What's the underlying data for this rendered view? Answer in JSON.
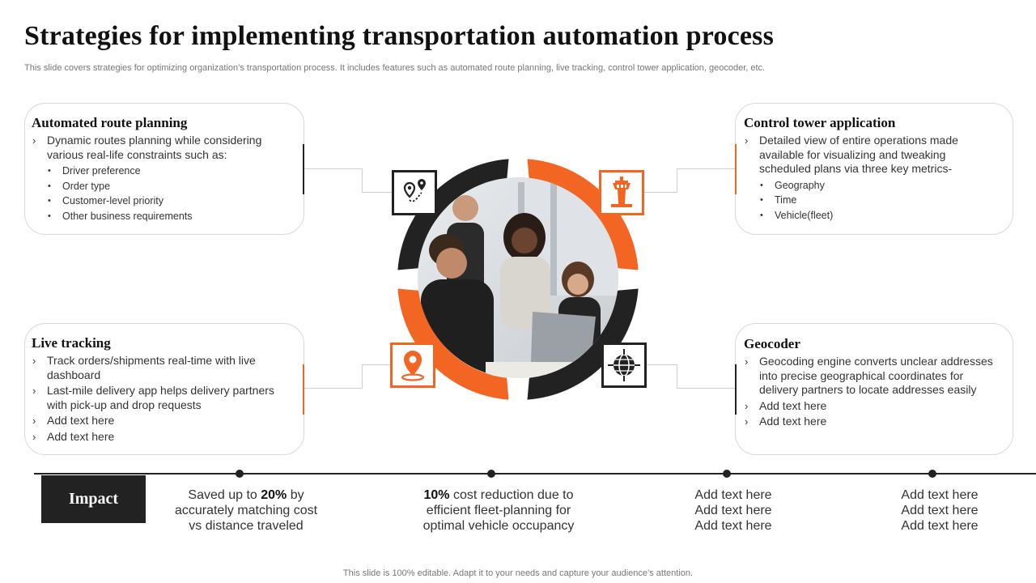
{
  "header": {
    "title": "Strategies for implementing transportation automation process",
    "subtitle": "This slide covers strategies for optimizing organization’s transportation process. It includes features such as automated route planning, live tracking, control tower application, geocoder, etc."
  },
  "cards": {
    "route": {
      "title": "Automated route planning",
      "point": "Dynamic routes planning while considering various real-life constraints such as:",
      "subs": [
        "Driver  preference",
        "Order type",
        "Customer-level  priority",
        "Other business requirements"
      ]
    },
    "control": {
      "title": "Control tower application",
      "point": "Detailed view of entire operations made available for visualizing and tweaking scheduled plans via three key metrics-",
      "subs": [
        "Geography",
        "Time",
        "Vehicle(fleet)"
      ]
    },
    "live": {
      "title": "Live tracking",
      "points": [
        "Track orders/shipments real-time with live dashboard",
        "Last-mile delivery app helps delivery partners with pick-up and drop requests",
        "Add text here",
        "Add text here"
      ]
    },
    "geo": {
      "title": "Geocoder",
      "points": [
        "Geocoding engine converts unclear addresses into precise geographical coordinates for delivery partners to locate addresses easily",
        "Add text here",
        "Add text here"
      ]
    }
  },
  "icons": {
    "route": "route-map-pins-icon",
    "control": "control-tower-icon",
    "live": "location-pin-icon",
    "geo": "globe-crosshair-icon"
  },
  "impact": {
    "label": "Impact",
    "item1": {
      "pre": "Saved up to ",
      "bold": "20%",
      "post": " by accurately matching cost vs distance traveled"
    },
    "item2": {
      "bold": "10%",
      "post": " cost reduction due to efficient fleet-planning for optimal vehicle occupancy"
    },
    "item3": [
      "Add text here",
      "Add text here",
      "Add text here"
    ],
    "item4": [
      "Add text here",
      "Add text here",
      "Add text here"
    ]
  },
  "footer": "This slide is 100% editable. Adapt it to your needs and capture your audience’s attention.",
  "colors": {
    "accent": "#f26522",
    "dark": "#222222"
  }
}
